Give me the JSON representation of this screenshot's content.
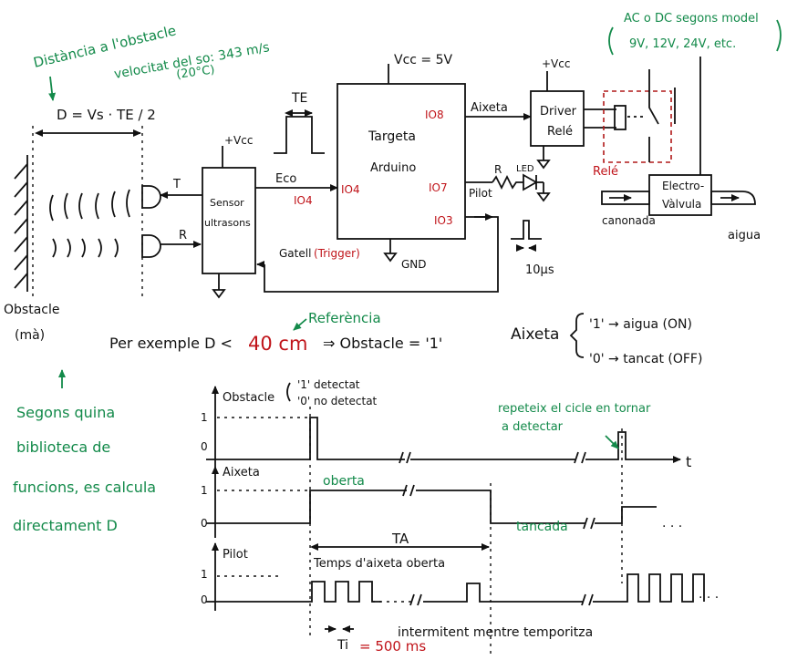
{
  "top": {
    "distance_label": "Distància a l'obstacle",
    "sound_speed": "velocitat del so: 343 m/s",
    "sound_temp": "(20°C)",
    "formula": "D = Vs · TE / 2",
    "te_label": "TE",
    "obstacle_label": "Obstacle",
    "obstacle_sub": "(mà)",
    "t_label": "T",
    "r_label": "R"
  },
  "blocks": {
    "sensor_line1": "Sensor",
    "sensor_line2": "ultrasons",
    "sensor_vcc": "+Vcc",
    "board_vcc": "Vcc = 5V",
    "board_line1": "Targeta",
    "board_line2": "Arduino",
    "board_gnd": "GND",
    "io8": "IO8",
    "io7": "IO7",
    "io3": "IO3",
    "io4_in": "IO4",
    "io4_wire": "IO4",
    "eco": "Eco",
    "trigger_a": "Gatell",
    "trigger_b": "(Trigger)",
    "aixeta_wire": "Aixeta",
    "pilot_wire": "Pilot",
    "r": "R",
    "led": "LED",
    "pulse_label": "10µs",
    "driver_vcc": "+Vcc",
    "driver_line1": "Driver",
    "driver_line2": "Relé",
    "rele": "Relé",
    "ac_dc_line1": "AC o DC segons model",
    "ac_dc_line2": "9V, 12V, 24V, etc.",
    "valve_line1": "Electro-",
    "valve_line2": "Vàlvula",
    "canonada": "canonada",
    "aigua": "aigua"
  },
  "mid": {
    "example_prefix": "Per exemple  D <",
    "threshold": "40 cm",
    "example_result": "⇒ Obstacle = '1'",
    "referencia": "Referència",
    "aixeta_label": "Aixeta",
    "on_line": "'1' → aigua (ON)",
    "off_line": "'0' → tancat (OFF)"
  },
  "side": {
    "line1": "Segons quina",
    "line2": "biblioteca de",
    "line3": "funcions, es calcula",
    "line4": "directament D"
  },
  "timing": {
    "obstacle": "Obstacle",
    "detected": "'1' detectat",
    "not_detected": "'0' no detectat",
    "repeat_line1": "repeteix el cicle en tornar",
    "repeat_line2": "a detectar",
    "t_axis": "t",
    "aixeta": "Aixeta",
    "oberta": "oberta",
    "tancada": "tancada",
    "ta": "TA",
    "temps_oberta": "Temps d'aixeta oberta",
    "pilot": "Pilot",
    "intermitent": "intermitent mentre temporitza",
    "ti_label": "Ti",
    "ti_value": "= 500 ms",
    "one": "1",
    "zero": "0"
  },
  "colors": {
    "ink": "#111111",
    "green": "#138a4a",
    "red": "#c0141a"
  }
}
